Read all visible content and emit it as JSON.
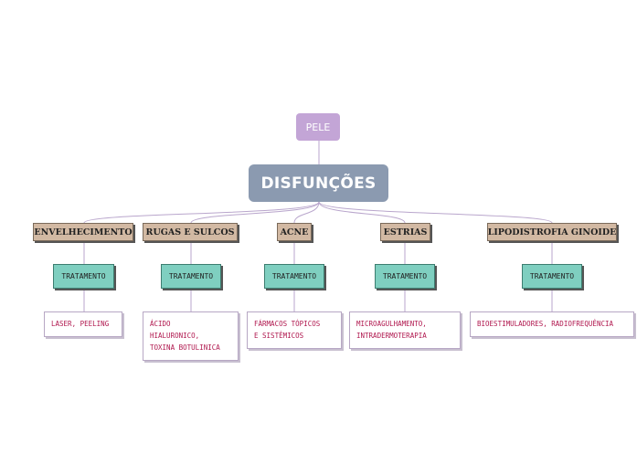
{
  "map": {
    "root": {
      "label": "PELE"
    },
    "main": {
      "label": "DISFUNÇÕES"
    },
    "categories": [
      {
        "label": "ENVELHECIMENTO",
        "treatment": "TRATAMENTO",
        "detail": [
          "LASER, PEELING"
        ]
      },
      {
        "label": "RUGAS E SULCOS",
        "treatment": "TRATAMENTO",
        "detail": [
          "ÁCIDO",
          "HIALURONICO,",
          "TOXINA BOTULINICA"
        ]
      },
      {
        "label": "ACNE",
        "treatment": "TRATAMENTO",
        "detail": [
          "FÁRMACOS TÓPICOS",
          "E SISTÊMICOS"
        ]
      },
      {
        "label": "ESTRIAS",
        "treatment": "TRATAMENTO",
        "detail": [
          "MICROAGULHAMENTO,",
          "INTRADERMOTERAPIA"
        ]
      },
      {
        "label": "LIPODISTROFIA GINOIDE",
        "treatment": "TRATAMENTO",
        "detail": [
          "BIOESTIMULADORES, RADIOFREQUÊNCIA"
        ]
      }
    ]
  },
  "colors": {
    "root_fill": "#c3a5d6",
    "main_fill": "#8b9ab0",
    "category_fill": "#d2b9a3",
    "treatment_fill": "#7fcfc0",
    "detail_text": "#b0174e",
    "connector": "#b9a6cc"
  }
}
